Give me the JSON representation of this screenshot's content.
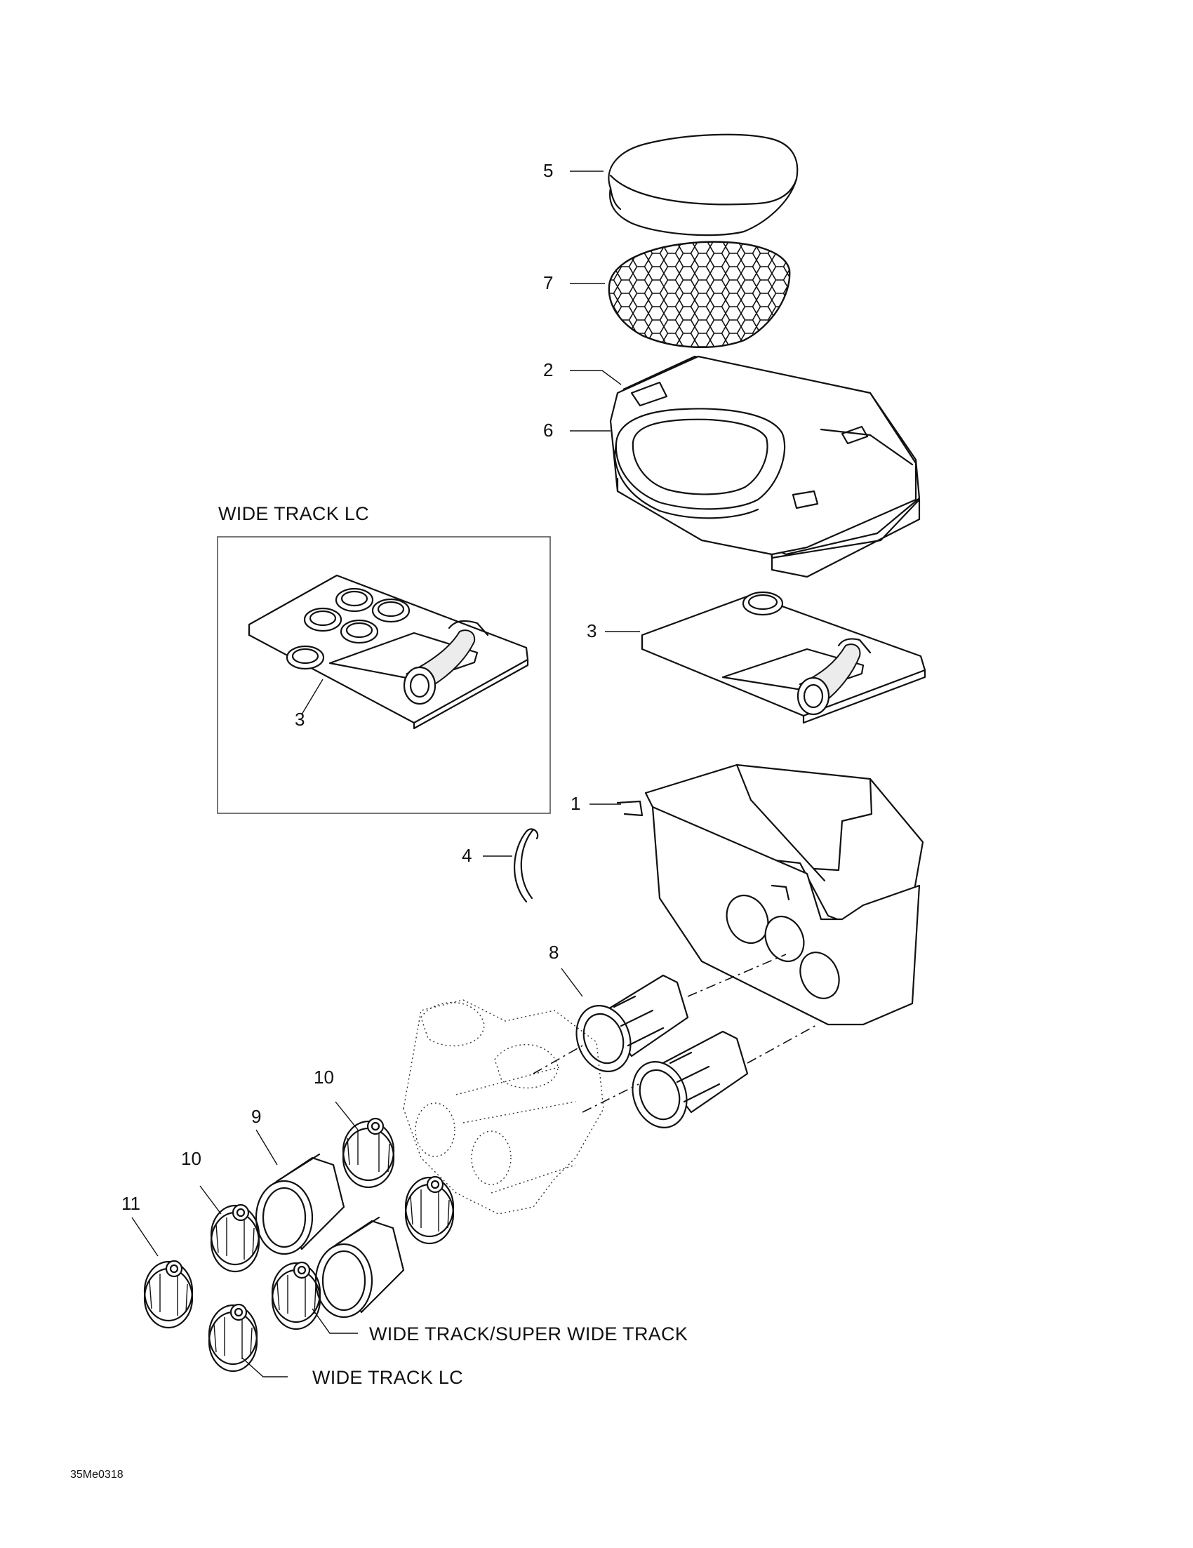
{
  "diagram": {
    "callouts": {
      "c5": "5",
      "c7": "7",
      "c2": "2",
      "c6": "6",
      "c3_right": "3",
      "c3_inset": "3",
      "c1": "1",
      "c4": "4",
      "c8": "8",
      "c10_upper": "10",
      "c9": "9",
      "c10_lower": "10",
      "c11": "11"
    },
    "notes": {
      "inset_title": "WIDE TRACK LC",
      "variant_wide_super": "WIDE TRACK/SUPER WIDE TRACK",
      "variant_wide_lc": "WIDE TRACK LC"
    },
    "drawing_code": "35Me0318"
  }
}
